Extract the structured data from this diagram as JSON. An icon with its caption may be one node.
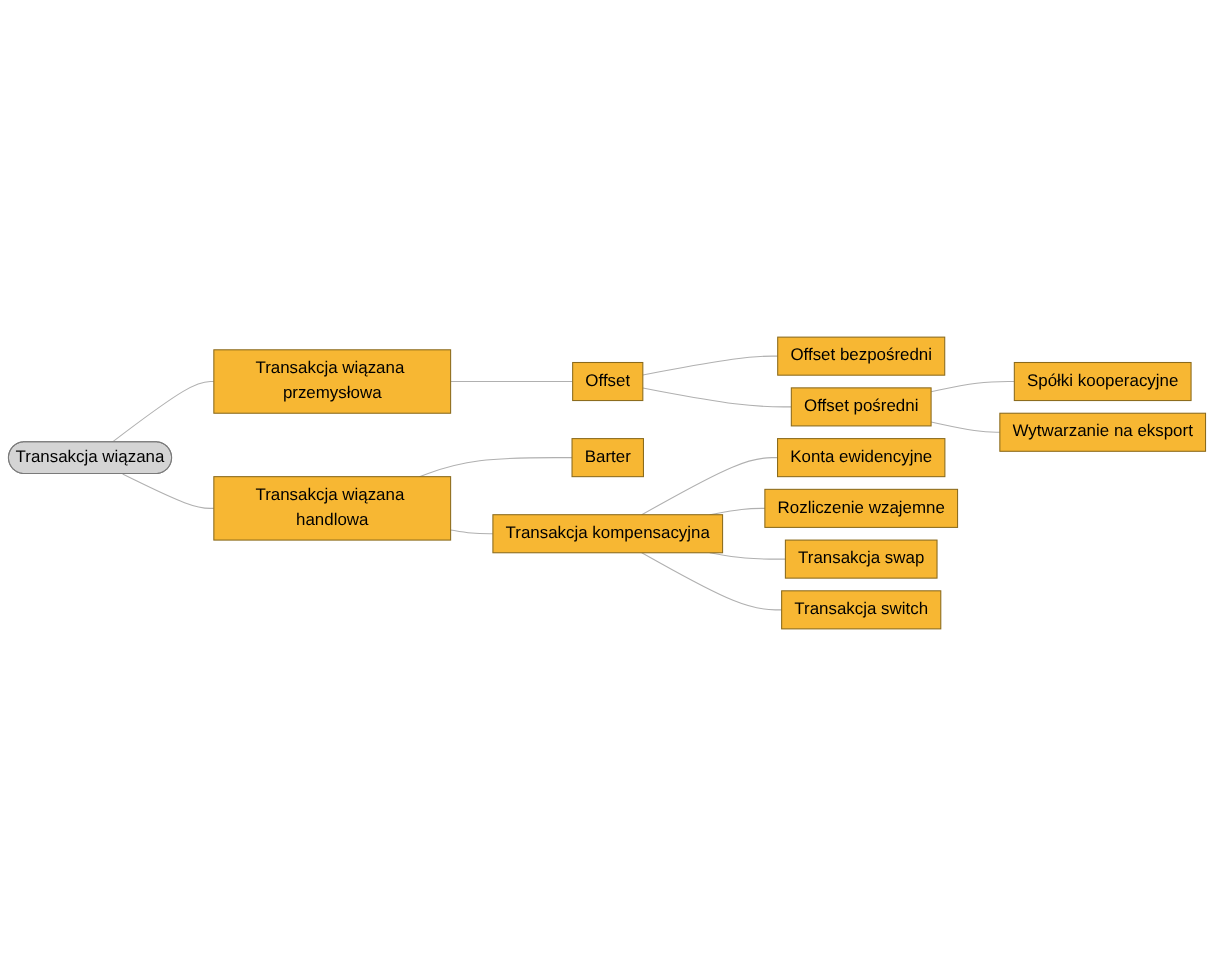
{
  "diagram": {
    "nodes": [
      {
        "text": [
          "Transakcja wiązana"
        ]
      },
      {
        "text": [
          "Transakcja wiązana przemysłowa"
        ]
      },
      {
        "text": [
          "Offset"
        ]
      },
      {
        "text": [
          "Offset bezpośredni"
        ]
      },
      {
        "text": [
          "Offset pośredni"
        ]
      },
      {
        "text": [
          "Spółki kooperacyjne"
        ]
      },
      {
        "text": [
          "Wytwarzanie na eksport"
        ]
      },
      {
        "text": [
          "Transakcja wiązana handlowa"
        ]
      },
      {
        "text": [
          "Barter"
        ]
      },
      {
        "text": [
          "Transakcja kompensacyjna"
        ]
      },
      {
        "text": [
          "Konta ewidencyjne"
        ]
      },
      {
        "text": [
          "Rozliczenie wzajemne"
        ]
      },
      {
        "text": [
          "Transakcja swap"
        ]
      },
      {
        "text": [
          "Transakcja switch"
        ]
      }
    ],
    "edges": [
      {
        "from": 0,
        "to": 1,
        "arrow": "none"
      },
      {
        "from": 1,
        "to": 2,
        "arrow": "none"
      },
      {
        "from": 2,
        "to": 3,
        "arrow": "none"
      },
      {
        "from": 2,
        "to": 4,
        "arrow": "none"
      },
      {
        "from": 4,
        "to": 5,
        "arrow": "none"
      },
      {
        "from": 4,
        "to": 6,
        "arrow": "none"
      },
      {
        "from": 0,
        "to": 7,
        "arrow": "none"
      },
      {
        "from": 7,
        "to": 8,
        "arrow": "none"
      },
      {
        "from": 7,
        "to": 9,
        "arrow": "none"
      },
      {
        "from": 9,
        "to": 10,
        "arrow": "none"
      },
      {
        "from": 9,
        "to": 11,
        "arrow": "none"
      },
      {
        "from": 9,
        "to": 12,
        "arrow": "none"
      },
      {
        "from": 9,
        "to": 13,
        "arrow": "none"
      }
    ]
  }
}
